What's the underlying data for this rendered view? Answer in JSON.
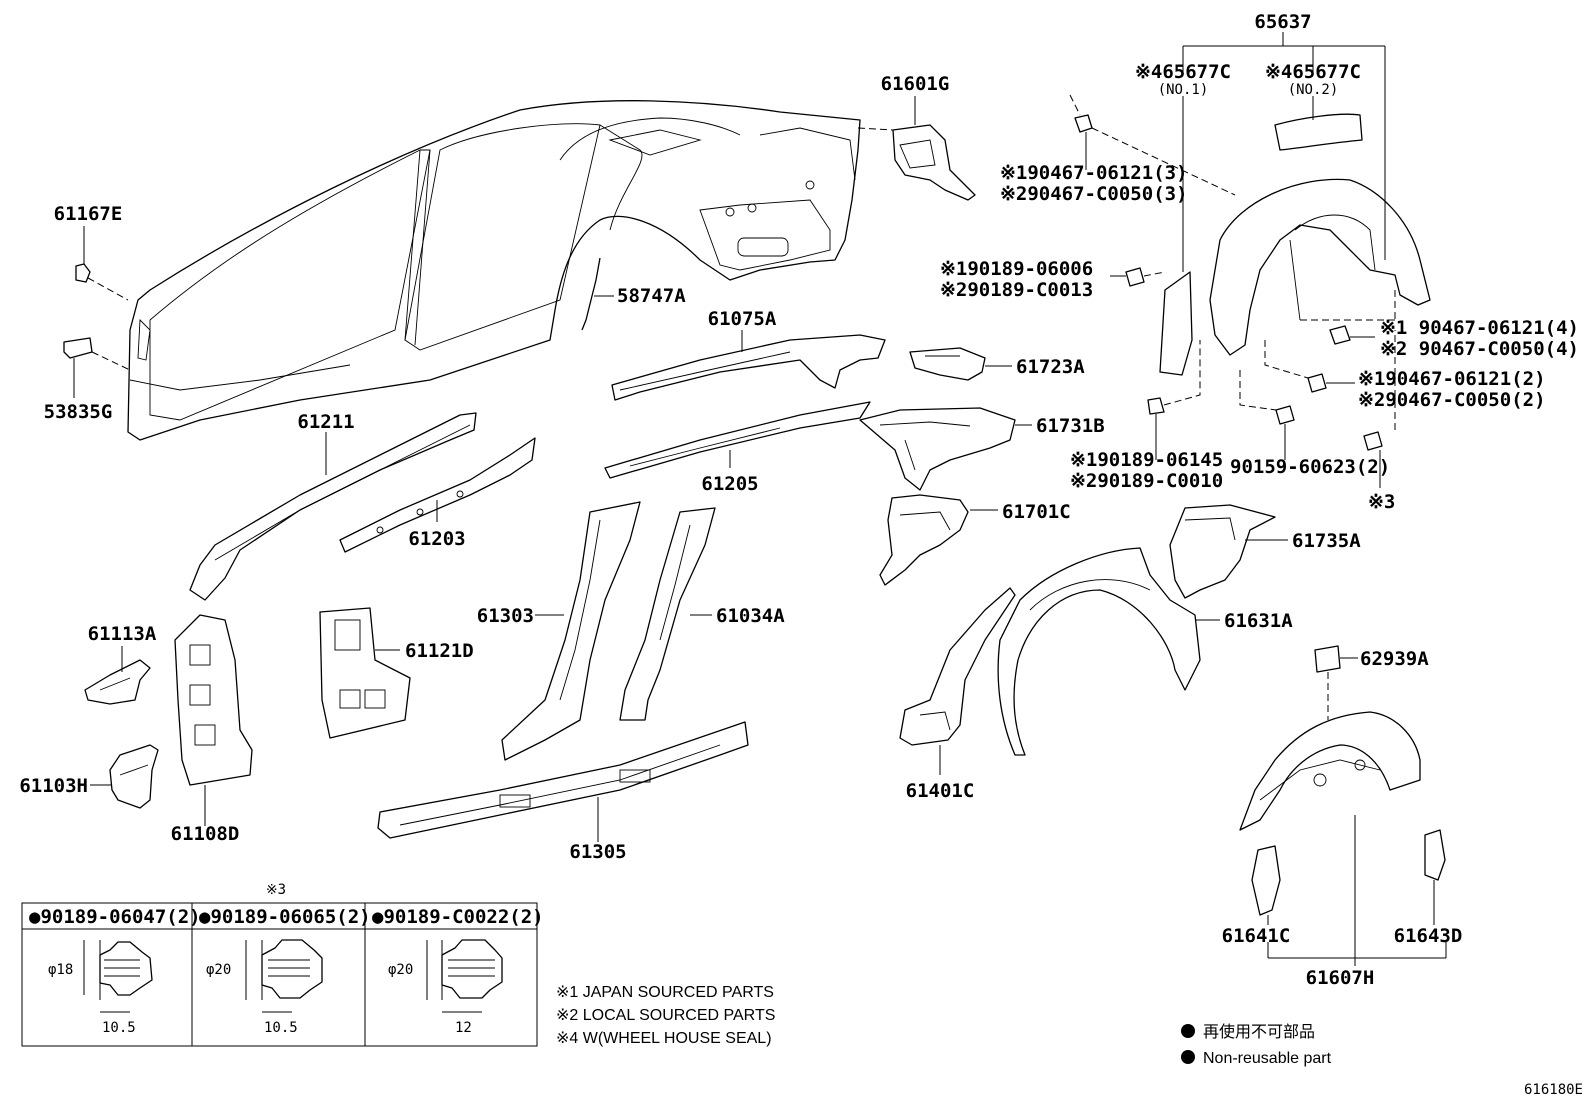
{
  "diagram_code": "616180E",
  "callouts": {
    "p65637": "65637",
    "p65677c_1": "※465677C",
    "p65677c_1_sub": "(NO.1)",
    "p65677c_2": "※465677C",
    "p65677c_2_sub": "(NO.2)",
    "p61601g": "61601G",
    "p61167e": "61167E",
    "p53835g": "53835G",
    "p58747a": "58747A",
    "p61075a": "61075A",
    "p61723a": "61723A",
    "p61731b": "61731B",
    "p61211": "61211",
    "p61203": "61203",
    "p61205": "61205",
    "p61701c": "61701C",
    "p61735a": "61735A",
    "p61113a": "61113A",
    "p61121d": "61121D",
    "p61303": "61303",
    "p61034a": "61034A",
    "p61631a": "61631A",
    "p62939a": "62939A",
    "p61103h": "61103H",
    "p61108d": "61108D",
    "p61305": "61305",
    "p61401c": "61401C",
    "p61641c": "61641C",
    "p61643d": "61643D",
    "p61607h": "61607H"
  },
  "fasteners": {
    "f1a": "※190467-06121(3)",
    "f1b": "※290467-C0050(3)",
    "f2a": "※190189-06006",
    "f2b": "※290189-C0013",
    "f3a": "※1 90467-06121(4)",
    "f3b": "※2 90467-C0050(4)",
    "f4a": "※190467-06121(2)",
    "f4b": "※290467-C0050(2)",
    "f5a": "※190189-06145",
    "f5b": "※290189-C0010",
    "f6": "90159-60623(2)",
    "f7": "※3"
  },
  "clip_table": {
    "mark": "※3",
    "columns": [
      {
        "header": "●90189-06047(2)",
        "diameter": "φ18",
        "length": "10.5"
      },
      {
        "header": "●90189-06065(2)",
        "diameter": "φ20",
        "length": "10.5"
      },
      {
        "header": "●90189-C0022(2)",
        "diameter": "φ20",
        "length": "12"
      }
    ]
  },
  "notes": [
    "※1 JAPAN SOURCED PARTS",
    "※2 LOCAL SOURCED PARTS",
    "※4 W(WHEEL HOUSE SEAL)"
  ],
  "legend": {
    "jp": "再使用不可部品",
    "en": "Non-reusable part"
  }
}
